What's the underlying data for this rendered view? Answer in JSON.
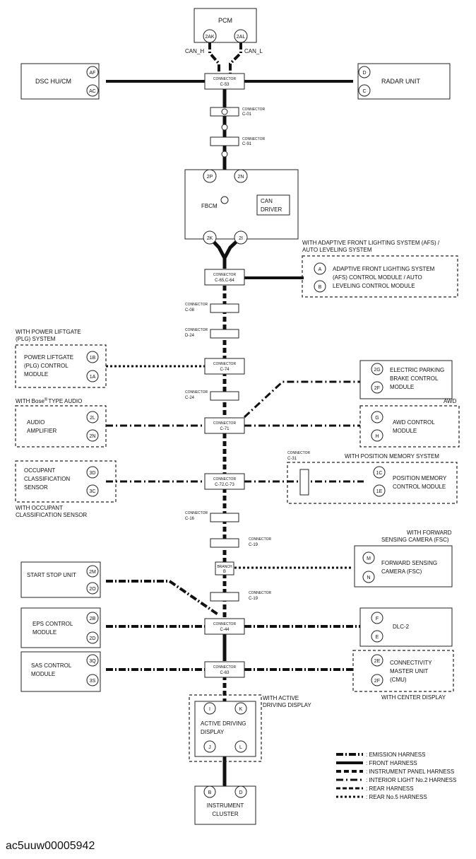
{
  "diagram": {
    "pcm": {
      "title": "PCM",
      "pin_left": "2AK",
      "pin_right": "2AL",
      "can_h": "CAN_H",
      "can_l": "CAN_L"
    },
    "dsc": {
      "label": "DSC HU/CM",
      "pin1": "AF",
      "pin2": "AC"
    },
    "radar": {
      "label": "RADAR UNIT",
      "pin1": "D",
      "pin2": "C"
    },
    "c53": {
      "label": "CONNECTOR",
      "code": "C-53"
    },
    "c01": {
      "label": "CONNECTOR",
      "code": "C-01"
    },
    "c91": {
      "label": "CONNECTOR",
      "code": "C-91"
    },
    "fbcm": {
      "label": "FBCM",
      "pin_tl": "2P",
      "pin_tr": "2N",
      "pin_bl": "2K",
      "pin_br": "2I",
      "driver_line1": "CAN",
      "driver_line2": "DRIVER"
    },
    "afs": {
      "note_line1": "WITH ADAPTIVE FRONT LIGHTING SYSTEM (AFS) /",
      "note_line2": "AUTO LEVELING SYSTEM",
      "line1": "ADAPTIVE FRONT LIGHTING SYSTEM",
      "line2": "(AFS) CONTROL MODULE / AUTO",
      "line3": "LEVELING CONTROL MODULE",
      "pin1": "A",
      "pin2": "B"
    },
    "c6564": {
      "label": "CONNECTOR",
      "code": "C-65,C-64"
    },
    "c08": {
      "label": "CONNECTOR",
      "code": "C-08"
    },
    "d24a": {
      "label": "CONNECTOR",
      "code": "D-24"
    },
    "plg": {
      "note_line1": "WITH POWER LIFTGATE",
      "note_line2": "(PLG) SYSTEM",
      "line1": "POWER LIFTGATE",
      "line2": "(PLG) CONTROL",
      "line3": "MODULE",
      "pin1": "1B",
      "pin2": "1A"
    },
    "c74": {
      "label": "CONNECTOR",
      "code": "C-74"
    },
    "epb": {
      "line1": "ELECTRIC PARKING",
      "line2": "BRAKE CONTROL",
      "line3": "MODULE",
      "pin1": "2G",
      "pin2": "2F"
    },
    "c24": {
      "label": "CONNECTOR",
      "code": "C-24"
    },
    "audio": {
      "note_pre": "WITH Bose",
      "note_sup": "®",
      "note_post": "TYPE AUDIO",
      "line1": "AUDIO",
      "line2": "AMPLIFIER",
      "pin1": "2L",
      "pin2": "2N"
    },
    "c71": {
      "label": "CONNECTOR",
      "code": "C-71"
    },
    "awd": {
      "note": "AWD",
      "line1": "AWD CONTROL",
      "line2": "MODULE",
      "pin1": "G",
      "pin2": "H"
    },
    "ocs": {
      "line1": "OCCUPANT",
      "line2": "CLASSIFICATION",
      "line3": "SENSOR",
      "pin1": "3D",
      "pin2": "3C",
      "note_line1": "WITH OCCUPANT",
      "note_line2": "CLASSIFICATION SENSOR"
    },
    "c7273": {
      "label": "CONNECTOR",
      "code": "C-72,C-73"
    },
    "c31": {
      "label": "CONNECTOR",
      "code": "C-31"
    },
    "pm": {
      "note": "WITH POSITION MEMORY SYSTEM",
      "line1": "POSITION MEMORY",
      "line2": "CONTROL MODULE",
      "pin1": "1C",
      "pin2": "1E"
    },
    "c16": {
      "label": "CONNECTOR",
      "code": "C-16"
    },
    "c19a": {
      "label": "CONNECTOR",
      "code": "C-19"
    },
    "fsc": {
      "note_line1": "WITH FORWARD",
      "note_line2": "SENSING CAMERA (FSC)",
      "line1": "FORWARD SENSING",
      "line2": "CAMERA (FSC)",
      "pin1": "M",
      "pin2": "N"
    },
    "branch": {
      "label": "BRANCH",
      "code": "B"
    },
    "ssu": {
      "label": "START STOP UNIT",
      "pin1": "2M",
      "pin2": "2O"
    },
    "c19b": {
      "label": "CONNECTOR",
      "code": "C-19"
    },
    "eps": {
      "line1": "EPS CONTROL",
      "line2": "MODULE",
      "pin1": "2B",
      "pin2": "2D"
    },
    "c44": {
      "label": "CONNECTOR",
      "code": "C-44"
    },
    "dlc": {
      "label": "DLC-2",
      "pin1": "F",
      "pin2": "E"
    },
    "sas": {
      "line1": "SAS CONTROL",
      "line2": "MODULE",
      "pin1": "3Q",
      "pin2": "3S"
    },
    "c63": {
      "label": "CONNECTOR",
      "code": "C-63"
    },
    "cmu": {
      "line1": "CONNECTIVITY",
      "line2": "MASTER UNIT",
      "line3": "(CMU)",
      "pin1": "2E",
      "pin2": "2F",
      "note": "WITH CENTER DISPLAY"
    },
    "add": {
      "note_line1": "WITH ACTIVE",
      "note_line2": "DRIVING DISPLAY",
      "line1": "ACTIVE DRIVING",
      "line2": "DISPLAY",
      "pin_tl": "I",
      "pin_tr": "K",
      "pin_bl": "J",
      "pin_br": "L"
    },
    "ic": {
      "line1": "INSTRUMENT",
      "line2": "CLUSTER",
      "pin1": "B",
      "pin2": "D"
    }
  },
  "legend": [
    ": EMISSION HARNESS",
    ": FRONT HARNESS",
    ": INSTRUMENT PANEL HARNESS",
    ": INTERIOR LIGHT No.2 HARNESS",
    ": REAR HARNESS",
    ": REAR No.5 HARNESS"
  ],
  "footer": {
    "image_id": "ac5uuw00005942"
  }
}
